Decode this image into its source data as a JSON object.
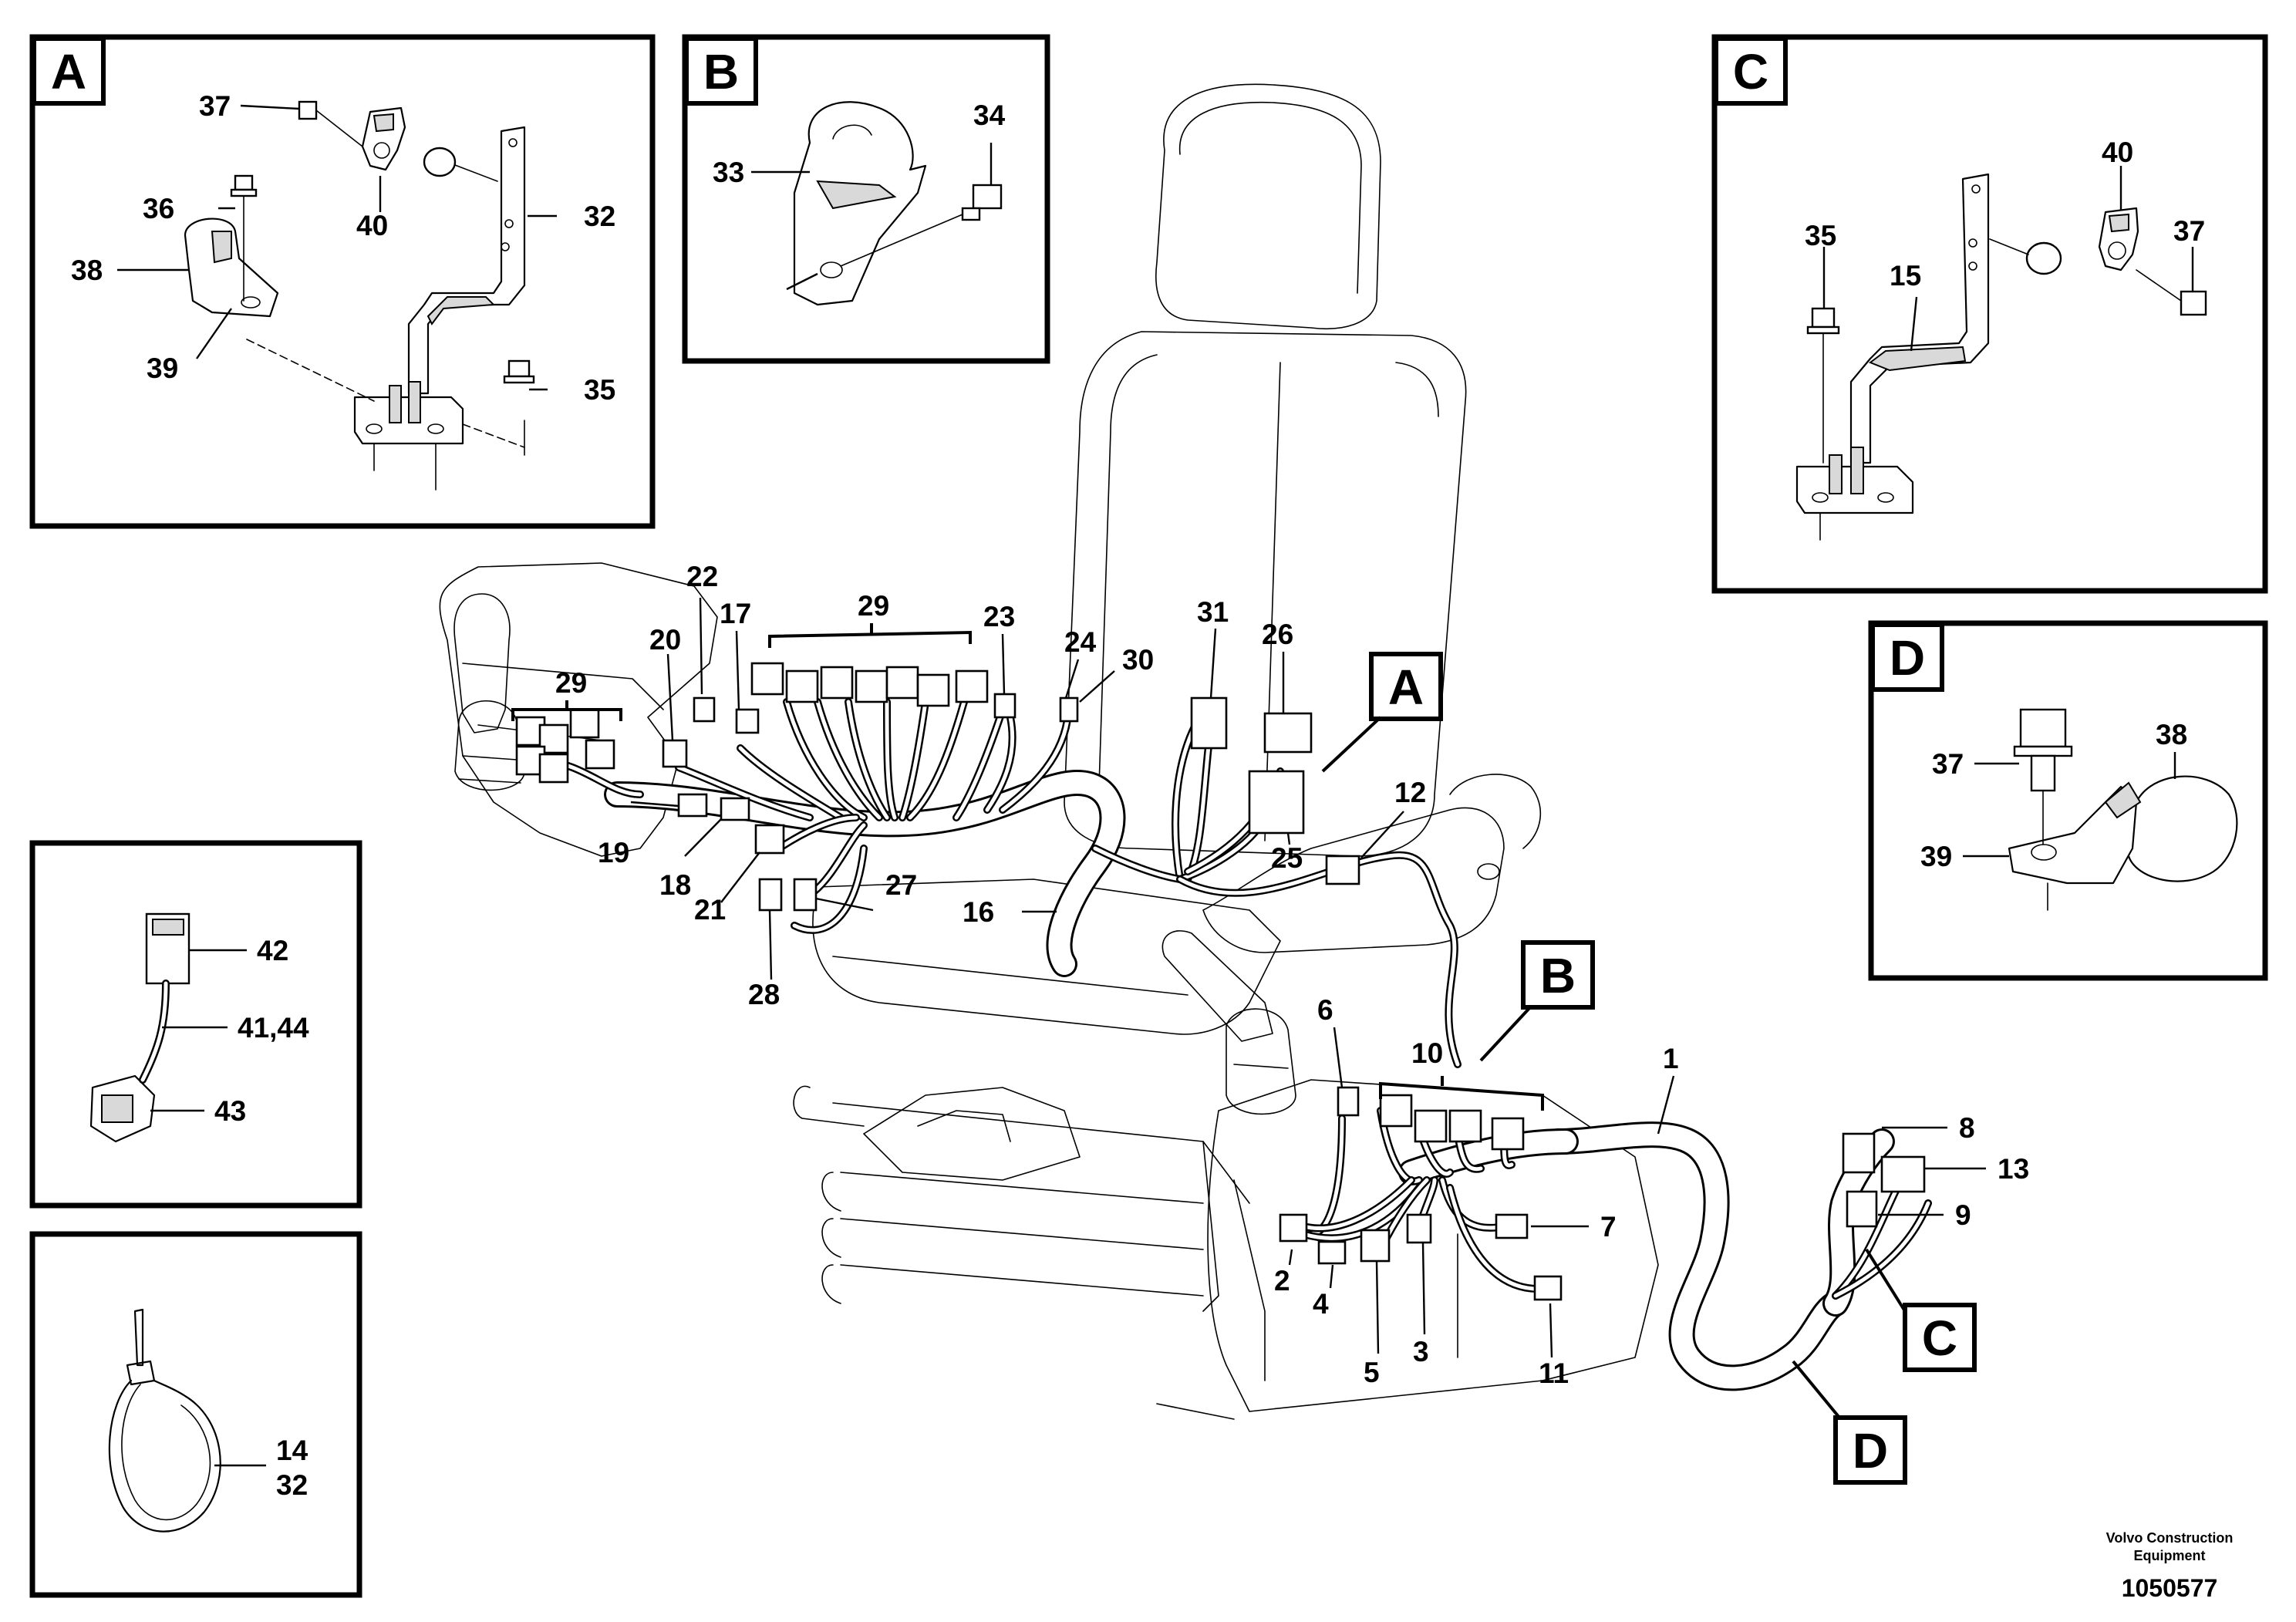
{
  "panels": {
    "A": {
      "tag": "A",
      "labels": [
        "37",
        "40",
        "36",
        "38",
        "39",
        "32",
        "35"
      ]
    },
    "B": {
      "tag": "B",
      "labels": [
        "33",
        "34"
      ]
    },
    "C": {
      "tag": "C",
      "labels": [
        "40",
        "35",
        "15",
        "37"
      ]
    },
    "D": {
      "tag": "D",
      "labels": [
        "37",
        "38",
        "39"
      ]
    },
    "E": {
      "labels": [
        "42",
        "41,44",
        "43"
      ]
    },
    "F": {
      "labels": [
        "14",
        "32"
      ]
    }
  },
  "main": {
    "labels": [
      "29",
      "22",
      "20",
      "17",
      "29",
      "23",
      "24",
      "30",
      "31",
      "26",
      "19",
      "18",
      "21",
      "27",
      "28",
      "16",
      "25",
      "12",
      "6",
      "10",
      "1",
      "8",
      "13",
      "9",
      "7",
      "2",
      "4",
      "5",
      "3",
      "11"
    ],
    "callouts": [
      "A",
      "B",
      "C",
      "D"
    ]
  },
  "footer": {
    "credit_line1": "Volvo Construction",
    "credit_line2": "Equipment",
    "part_number": "1050577"
  }
}
